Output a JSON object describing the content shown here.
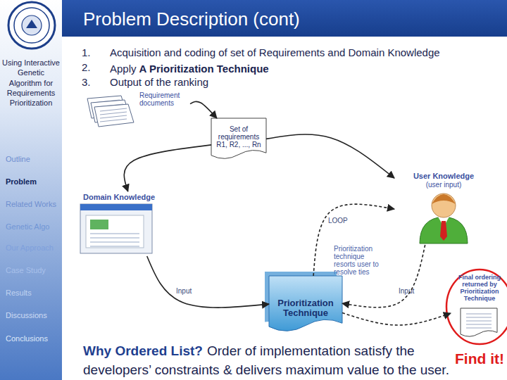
{
  "diagram": {
    "title": "Problem Description (cont)",
    "nodes": [
      {
        "text": [
          "Requirement documents"
        ]
      },
      {
        "text": [
          "Set of requirements R1, R2, ..., Rn"
        ]
      },
      {
        "text": [
          "Domain Knowledge"
        ]
      },
      {
        "text": [
          "User Knowledge",
          "(user input)"
        ]
      },
      {
        "text": [
          "Prioritization Technique"
        ]
      },
      {
        "text": [
          "Final ordering returned by Prioritization Technique"
        ]
      }
    ],
    "edges": [
      {
        "from": 0,
        "to": 1,
        "arrow": "to"
      },
      {
        "from": 1,
        "to": 2,
        "arrow": "to"
      },
      {
        "from": 1,
        "to": 3,
        "arrow": "to"
      },
      {
        "from": 2,
        "to": 4,
        "label": "Input",
        "arrow": "to"
      },
      {
        "from": 3,
        "to": 4,
        "label": "Input",
        "arrow": "to"
      },
      {
        "from": 4,
        "to": 3,
        "label": "LOOP",
        "arrow": "to"
      },
      {
        "from": 4,
        "to": 5,
        "arrow": "to"
      }
    ],
    "labels": [
      "Using Interactive Genetic Algorithm for Requirements Prioritization",
      "Outline",
      "Problem",
      "Related Works",
      "Genetic Algo",
      "Our Approach",
      "Case Study",
      "Results",
      "Discussions",
      "Conclusions",
      "1.",
      "Acquisition and coding of set of Requirements and Domain Knowledge",
      "2.",
      "Apply",
      "A Prioritization Technique",
      "3.",
      "Output of the ranking",
      "Prioritization technique resorts user to resolve ties",
      "Why Ordered List?",
      "Order of implementation satisfy the developers’ constraints & delivers maximum value to the user.",
      "Find it!"
    ]
  }
}
